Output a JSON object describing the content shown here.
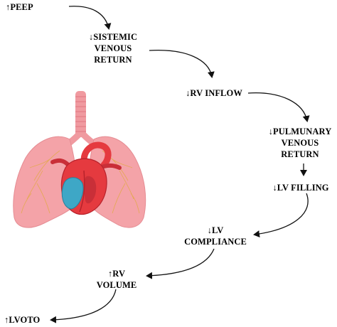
{
  "diagram": {
    "nodes": [
      {
        "id": "peep",
        "lines": [
          "↑PEEP"
        ]
      },
      {
        "id": "systemic-venous-return",
        "lines": [
          "↓SISTEMIC",
          "VENOUS",
          "RETURN"
        ]
      },
      {
        "id": "rv-inflow",
        "lines": [
          "↓RV INFLOW"
        ]
      },
      {
        "id": "pulmonary-venous-return",
        "lines": [
          "↓PULMUNARY",
          "VENOUS",
          "RETURN"
        ]
      },
      {
        "id": "lv-filling",
        "lines": [
          "↓LV FILLING"
        ]
      },
      {
        "id": "lv-compliance",
        "lines": [
          "↓LV",
          "COMPLIANCE"
        ]
      },
      {
        "id": "rv-volume",
        "lines": [
          "↑RV",
          "VOLUME"
        ]
      },
      {
        "id": "lvoto",
        "lines": [
          "↑LVOTO"
        ]
      }
    ],
    "illustration": {
      "icon": "heart-lungs-icon",
      "colors": {
        "lung": "#f4a3a8",
        "lung_dark": "#e27d86",
        "heart_red": "#e53a3f",
        "heart_dark": "#b8222b",
        "ventricle_blue": "#3ea7c6",
        "airway": "#f09aa0",
        "vessel_yellow": "#e3a94b"
      }
    },
    "arrow_color": "#111111"
  }
}
